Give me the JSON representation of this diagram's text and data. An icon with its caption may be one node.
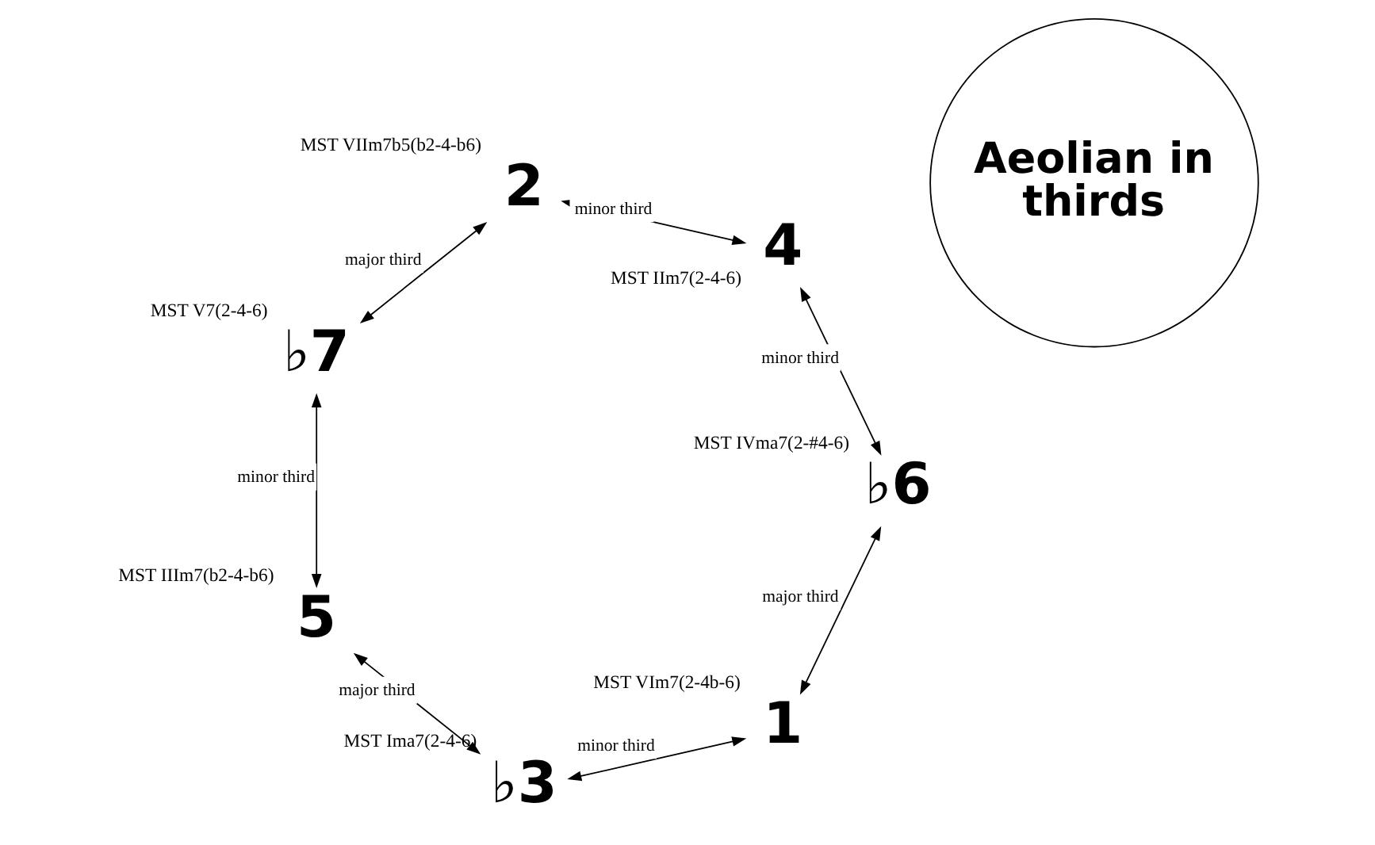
{
  "diagram": {
    "nodes": [
      {
        "text": [
          "1"
        ],
        "beside": [
          "MST VIm7(2-4b-6)"
        ]
      },
      {
        "text": [
          "♭3"
        ],
        "beside": [
          "MST Ima7(2-4-6)"
        ]
      },
      {
        "text": [
          "5"
        ],
        "beside": [
          "MST IIIm7(b2-4-b6)"
        ]
      },
      {
        "text": [
          "♭7"
        ],
        "beside": [
          "MST V7(2-4-6)"
        ]
      },
      {
        "text": [
          "2"
        ],
        "beside": [
          "MST VIIm7b5(b2-4-b6)"
        ]
      },
      {
        "text": [
          "4"
        ],
        "beside": [
          "MST IIm7(2-4-6)"
        ]
      },
      {
        "text": [
          "♭6"
        ],
        "beside": [
          "MST IVma7(2-#4-6)"
        ]
      },
      {
        "text": [
          "Aeolian in thirds"
        ]
      }
    ],
    "edges": [
      {
        "from": 0,
        "to": 1,
        "arrow": "both",
        "label": "minor third"
      },
      {
        "from": 1,
        "to": 2,
        "arrow": "both",
        "label": "major third"
      },
      {
        "from": 2,
        "to": 3,
        "arrow": "both",
        "label": "minor third"
      },
      {
        "from": 3,
        "to": 4,
        "arrow": "both",
        "label": "major third"
      },
      {
        "from": 4,
        "to": 5,
        "arrow": "both",
        "label": "minor third"
      },
      {
        "from": 5,
        "to": 6,
        "arrow": "both",
        "label": "minor third"
      },
      {
        "from": 6,
        "to": 0,
        "arrow": "both",
        "label": "major third"
      }
    ]
  }
}
